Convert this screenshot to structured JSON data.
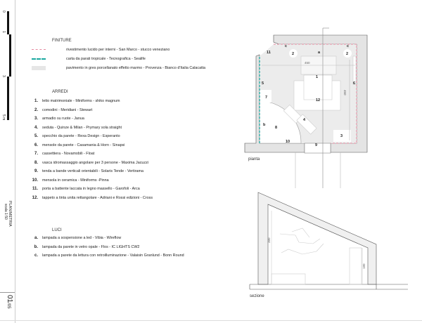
{
  "sidebar": {
    "scale_ticks": [
      "0",
      "1",
      "3",
      "5 m"
    ],
    "title": "PLANIMETRIA",
    "scale": "scala 1:50",
    "page": "01",
    "page_total": "/05"
  },
  "finiture": {
    "title": "FINITURE",
    "items": [
      {
        "label": "rivestimento lucido per interni - San Marco - stucco veneziano",
        "color": "#e58aa0"
      },
      {
        "label": "carta da parati tropicale - Tecnografica - Sealife",
        "color": "#1aa8a0"
      },
      {
        "label": "pavimento in gres porcellanato effetto marmo - Provenza - Bianco d'Italia Calacatta",
        "color": "#e6e6e6"
      }
    ]
  },
  "arredi": {
    "title": "ARREDI",
    "items": [
      {
        "n": "1.",
        "label": "letto matrimoniale - Miniforms - shiko magnum"
      },
      {
        "n": "2.",
        "label": "comodini - Meridiani - Stewart"
      },
      {
        "n": "3.",
        "label": "armadio su ruote - Janua"
      },
      {
        "n": "4.",
        "label": "seduta - Quinze & Milan - Prymary sola straight"
      },
      {
        "n": "5.",
        "label": "specchio da parete - Rexa Design - Esperanto"
      },
      {
        "n": "6.",
        "label": "mensole da parete -  Casamania & Horn - Sinapsi"
      },
      {
        "n": "7.",
        "label": "cassettiera - Novamobili - Float"
      },
      {
        "n": "8.",
        "label": "vasca idromassaggio angolare per 3 persone - Maxima Jacuzzi"
      },
      {
        "n": "9.",
        "label": "tenda a bande verticali orientabili - Solaris Tende - Vertirama"
      },
      {
        "n": "10.",
        "label": "mensola in ceramica - Miniforms -Pinna"
      },
      {
        "n": "11.",
        "label": "porta a battente laccata in legno massello - Garofoli - Arca"
      },
      {
        "n": "12.",
        "label": "tappeto a tinta unita rettangolare - Adriani e Rossi edizioni - Cross"
      }
    ]
  },
  "luci": {
    "title": "LUCI",
    "items": [
      {
        "n": "a.",
        "label": "lampada a sospensione a led - Vibia - Wireflow"
      },
      {
        "n": "b.",
        "label": "lampada da parete in vetro opale - Flos - IC LIGHTS CW2"
      },
      {
        "n": "c.",
        "label": "lampada a parete da lettura con retroilluminazione - Valaisin Granlund - Bonn Round"
      }
    ]
  },
  "plan": {
    "caption": "pianta",
    "labels": {
      "a": "a",
      "b": "b",
      "c": "c",
      "n1": "1",
      "n2": "2",
      "n3": "3",
      "n4": "4",
      "n5": "5",
      "n6": "6",
      "n7": "7",
      "n8": "8",
      "n9": "9",
      "n10": "10",
      "n11": "11",
      "n12": "12",
      "dim_w": "450",
      "dim_h": "450"
    }
  },
  "section": {
    "caption": "sezione",
    "dim_h": "380",
    "dim_low": "180"
  }
}
